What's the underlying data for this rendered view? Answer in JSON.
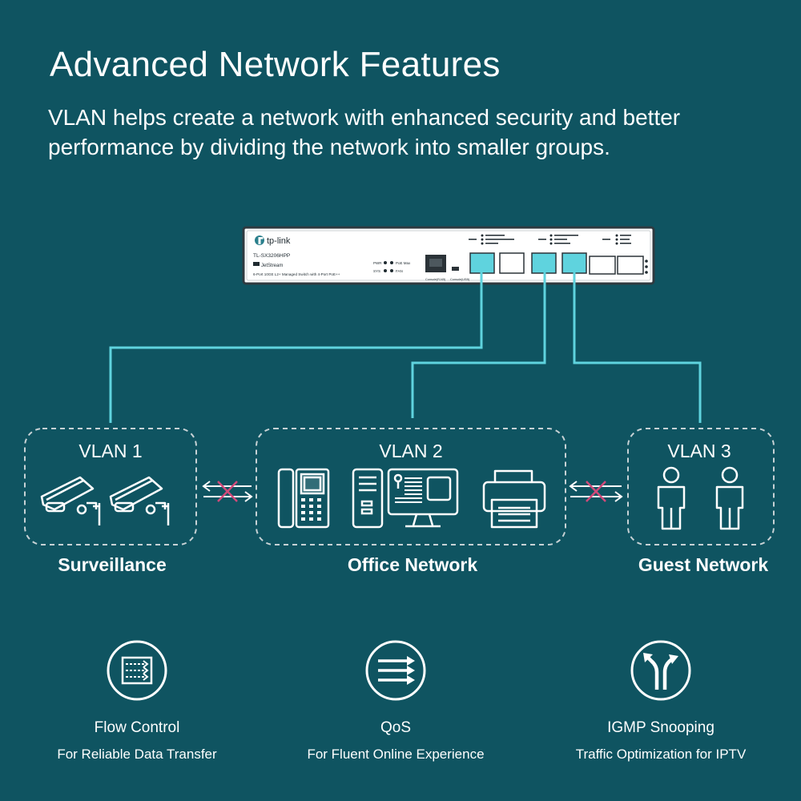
{
  "header": {
    "title": "Advanced Network Features",
    "subtitle": "VLAN helps create a network with enhanced security and better performance by dividing the network into smaller groups."
  },
  "device": {
    "brand": "tp-link",
    "model": "TL-SX3206HPP",
    "series": "JetStream",
    "description": "6-Port 10GE L2+ Managed Switch with 4-Port PoE++",
    "leds": [
      "PWR",
      "SYS",
      "PoE Max",
      "FAN"
    ],
    "port_labels": [
      "Console(RJ45)",
      "Console(USB)"
    ]
  },
  "vlans": [
    {
      "label": "VLAN 1",
      "group": "Surveillance"
    },
    {
      "label": "VLAN 2",
      "group": "Office Network"
    },
    {
      "label": "VLAN 3",
      "group": "Guest Network"
    }
  ],
  "features": [
    {
      "name": "Flow Control",
      "desc": "For Reliable Data Transfer",
      "icon": "flow-control-icon"
    },
    {
      "name": "QoS",
      "desc": "For Fluent Online Experience",
      "icon": "qos-icon"
    },
    {
      "name": "IGMP Snooping",
      "desc": "Traffic Optimization for IPTV",
      "icon": "igmp-snooping-icon"
    }
  ],
  "colors": {
    "background": "#0f5461",
    "link": "#5fd3de",
    "blocked_cross": "#d24a7a",
    "device_body": "#ffffff"
  }
}
